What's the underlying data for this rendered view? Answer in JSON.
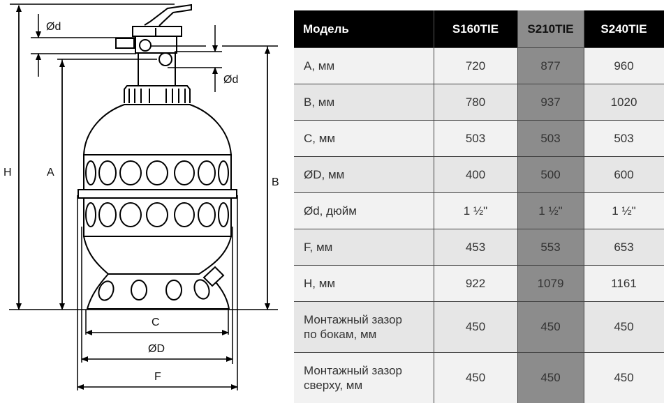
{
  "diagram": {
    "labels": {
      "H": "H",
      "A": "A",
      "B": "B",
      "C": "C",
      "D": "ØD",
      "F": "F",
      "d_top": "Ød",
      "d_right": "Ød"
    }
  },
  "table": {
    "header": [
      "Модель",
      "S160TIE",
      "S210TIE",
      "S240TIE"
    ],
    "highlight_color": "#8c8c8c",
    "rows": [
      {
        "label": "A, мм",
        "values": [
          "720",
          "877",
          "960"
        ]
      },
      {
        "label": "B, мм",
        "values": [
          "780",
          "937",
          "1020"
        ]
      },
      {
        "label": "C, мм",
        "values": [
          "503",
          "503",
          "503"
        ]
      },
      {
        "label": "ØD, мм",
        "values": [
          "400",
          "500",
          "600"
        ]
      },
      {
        "label": "Ød, дюйм",
        "values": [
          "1 ½\"",
          "1 ½\"",
          "1 ½\""
        ]
      },
      {
        "label": "F, мм",
        "values": [
          "453",
          "553",
          "653"
        ]
      },
      {
        "label": "H, мм",
        "values": [
          "922",
          "1079",
          "1161"
        ]
      },
      {
        "label": "Монтажный зазор по бокам, мм",
        "values": [
          "450",
          "450",
          "450"
        ]
      },
      {
        "label": "Монтажный зазор сверху, мм",
        "values": [
          "450",
          "450",
          "450"
        ]
      }
    ]
  }
}
